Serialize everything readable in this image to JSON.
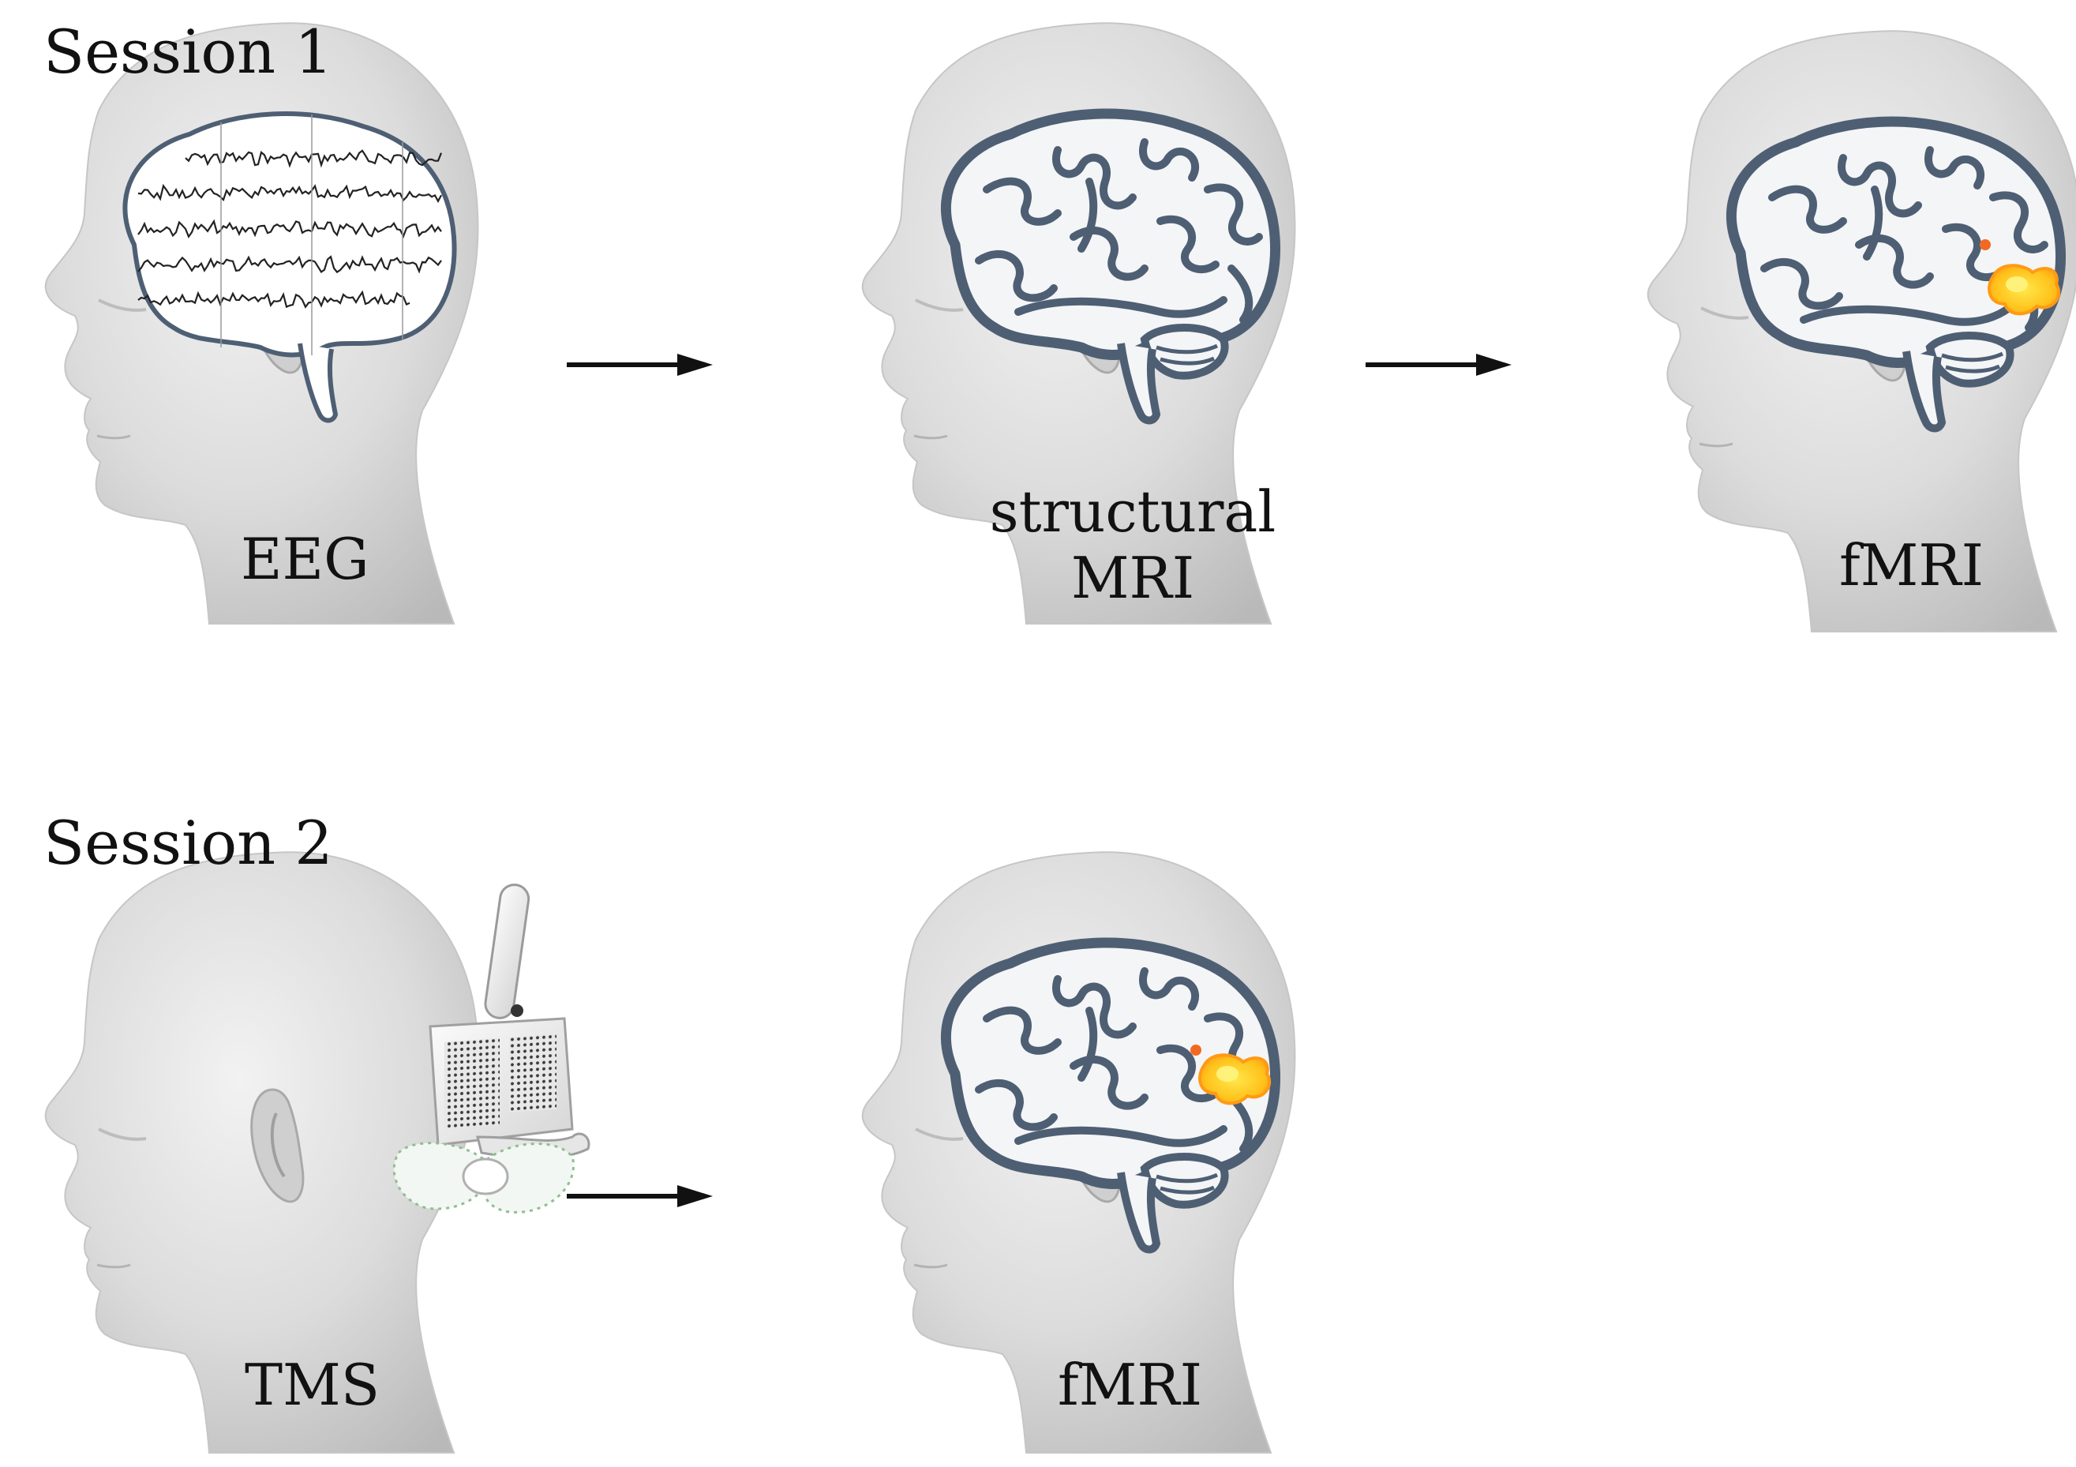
{
  "session1": {
    "title": "Session 1",
    "steps": [
      {
        "label": "EEG",
        "visual": "head-with-eeg-traces"
      },
      {
        "label_line1": "structural",
        "label_line2": "MRI",
        "visual": "head-with-brain"
      },
      {
        "label": "fMRI",
        "visual": "head-with-brain-activation"
      }
    ]
  },
  "session2": {
    "title": "Session 2",
    "steps": [
      {
        "label": "TMS",
        "visual": "head-with-tms-coil"
      },
      {
        "label": "fMRI",
        "visual": "head-with-brain-activation"
      }
    ]
  },
  "colors": {
    "head": "#dadada",
    "head_shadow": "#b8b8b8",
    "brain_fill": "#f4f5f7",
    "brain_outline": "#4e5f74",
    "activation_core": "#ffdf1f",
    "activation_edge": "#ff9a14",
    "activation_spot": "#f26a21",
    "arrow": "#111111"
  },
  "icons": {
    "arrow": "right-arrow-icon",
    "coil": "tms-coil-icon"
  }
}
